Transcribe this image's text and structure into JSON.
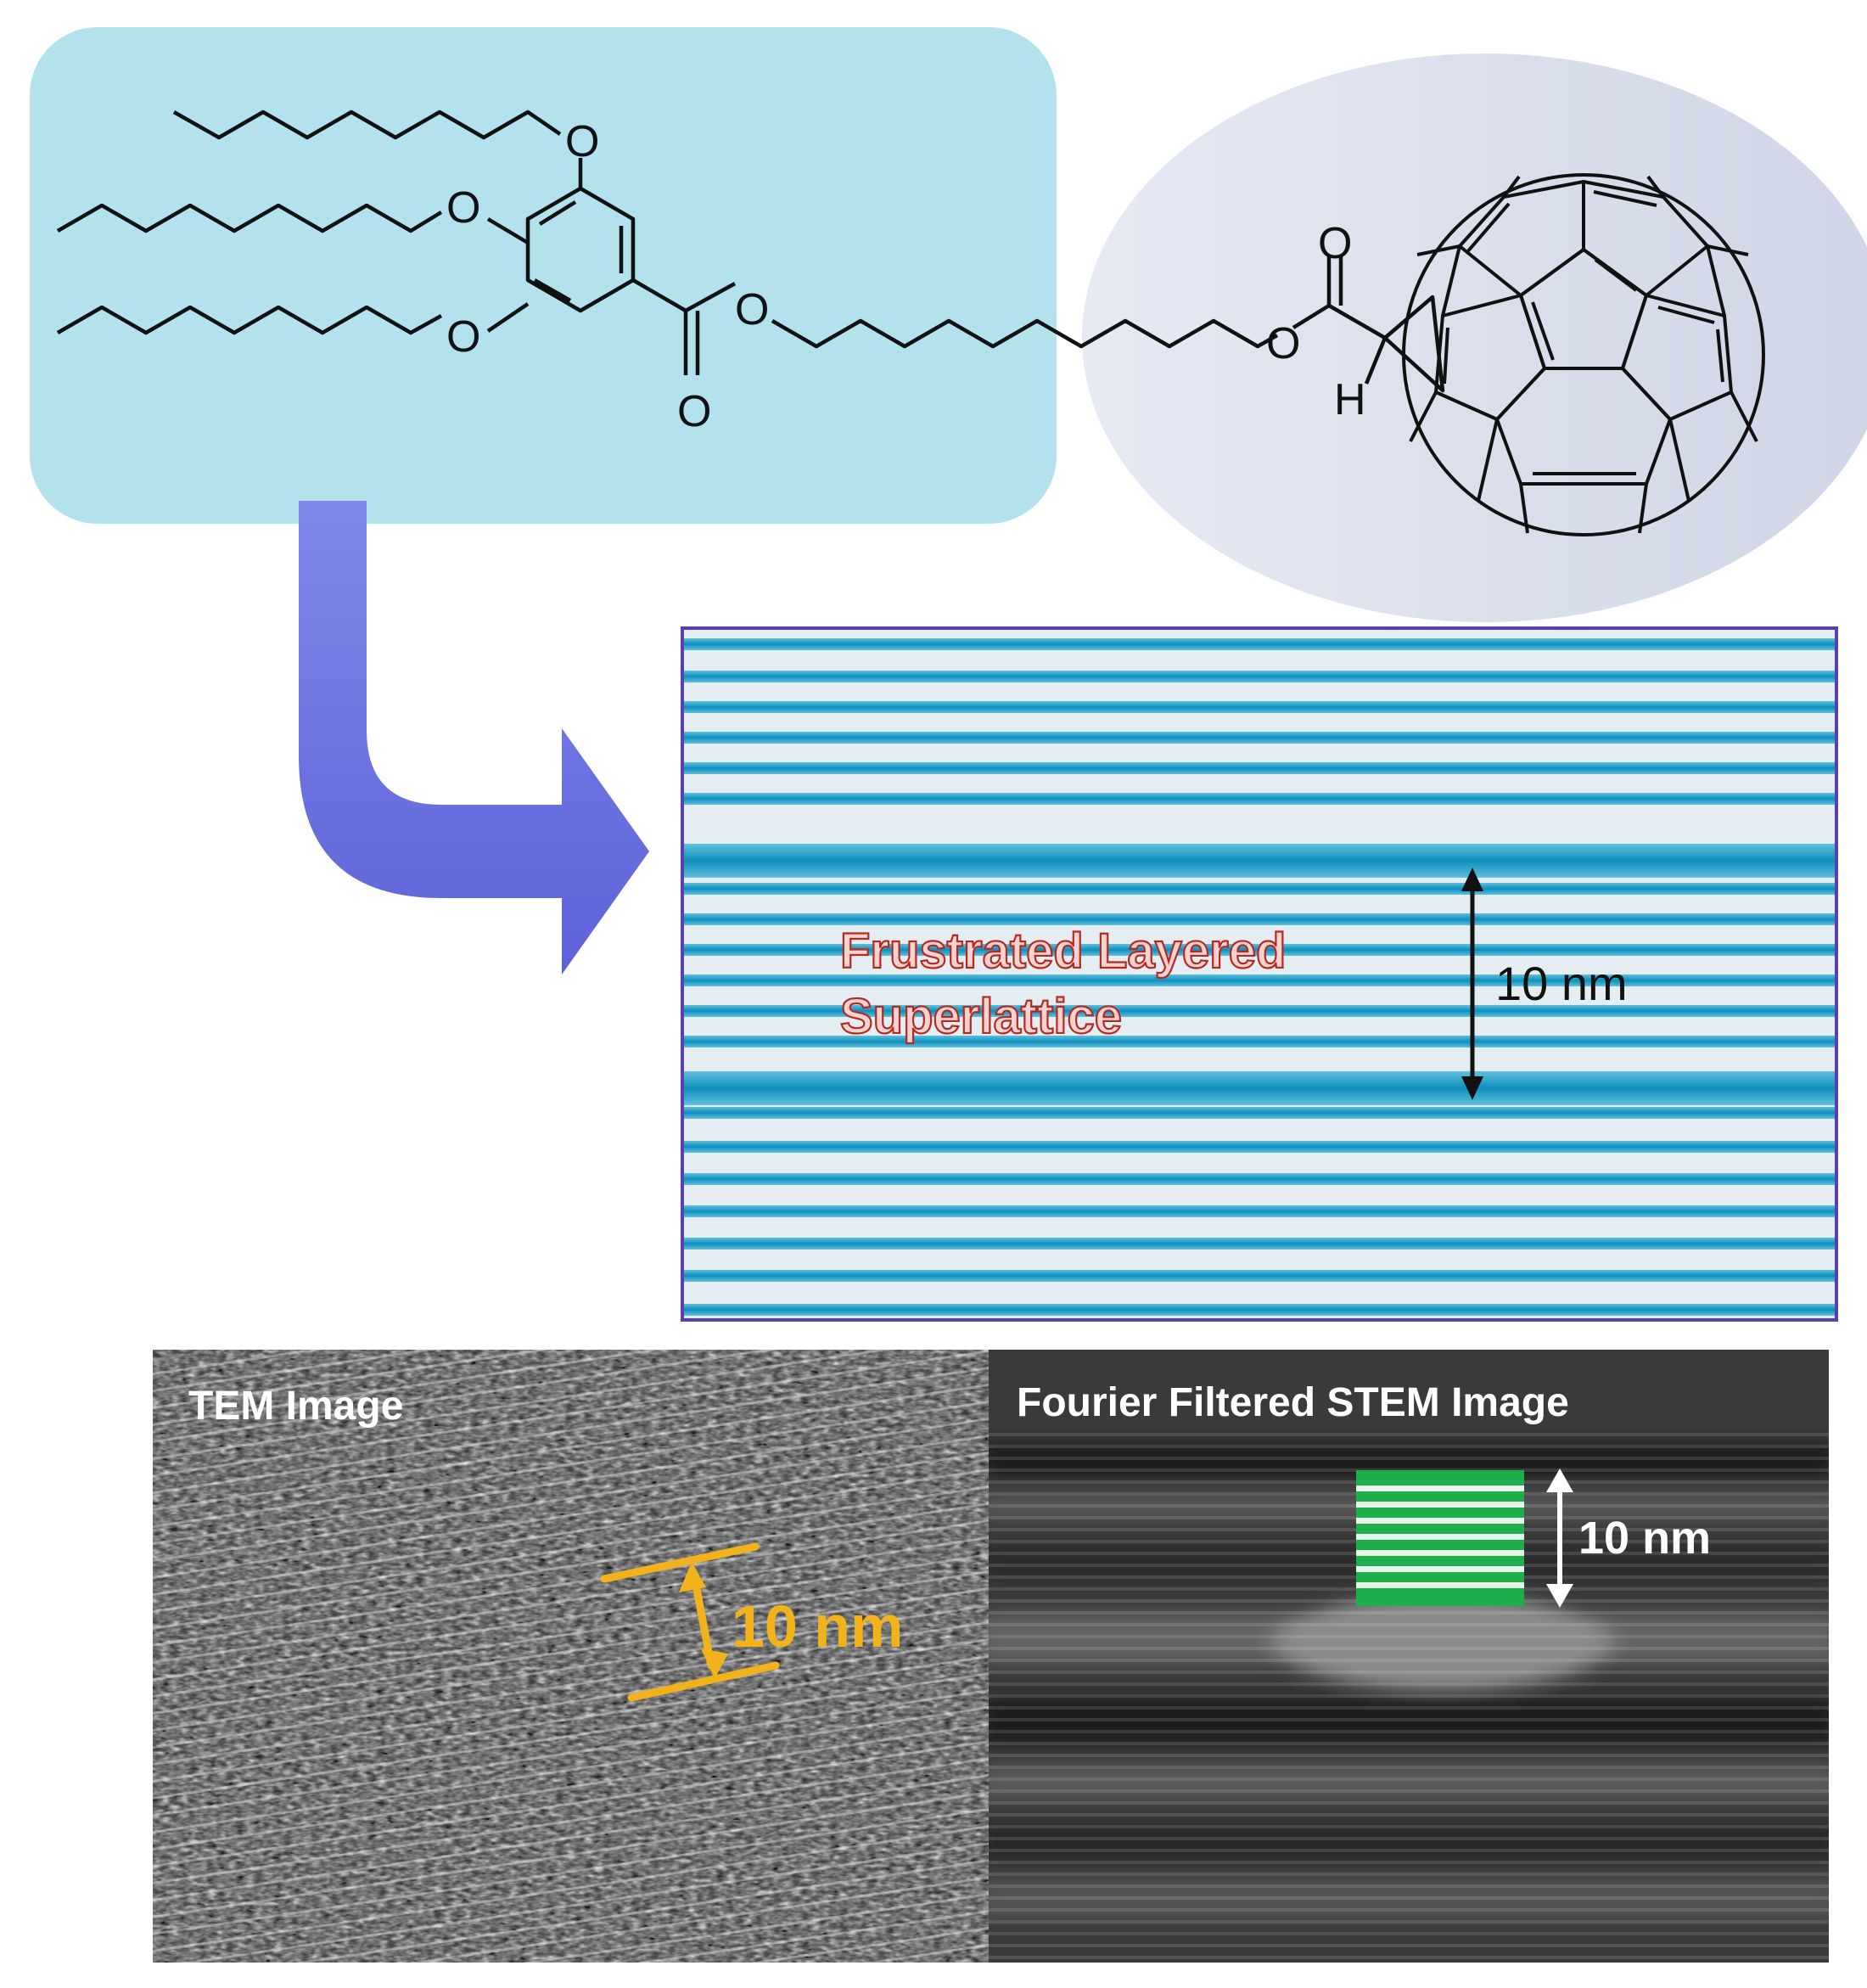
{
  "molecule": {
    "atom_O": "O",
    "atom_H": "H",
    "colors": {
      "left_box": "#b3e1ec",
      "right_ellipse": "#d7dcea",
      "bond": "#111111"
    }
  },
  "arrow": {
    "color": "#6f73e0"
  },
  "superlattice": {
    "label_line1": "Frustrated Layered",
    "label_line2": "Superlattice",
    "scale_label": "10 nm",
    "colors": {
      "stripe": "#1b9bc4",
      "band": "#e4eef2",
      "border": "#5b3fb0",
      "label": "#f6d3d0",
      "label_outline": "#b42a22"
    }
  },
  "tem": {
    "title": "TEM Image",
    "scale_label": "10 nm",
    "scale_color": "#f2b21c"
  },
  "stem": {
    "title": "Fourier Filtered STEM Image",
    "scale_label": "10 nm",
    "inset_color": "#1fae4c"
  }
}
